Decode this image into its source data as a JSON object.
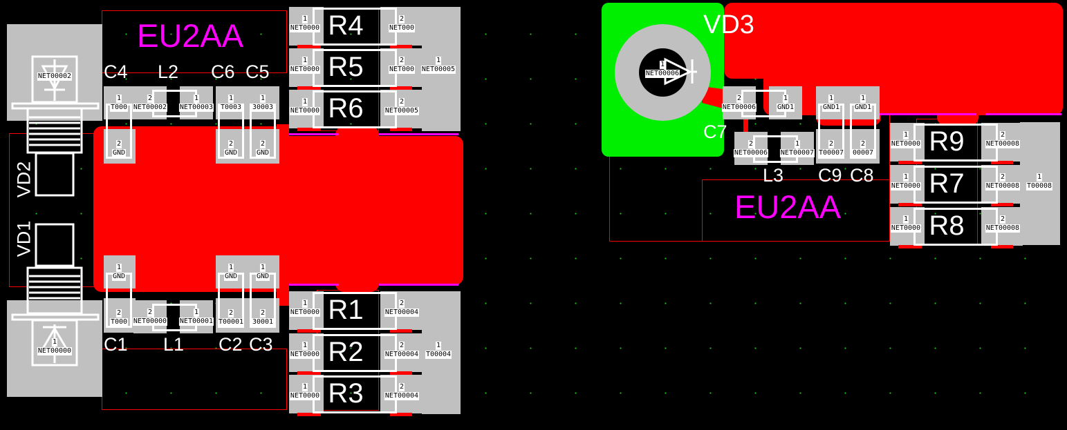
{
  "colors": {
    "copper": "#ff0000",
    "pad": "#c0c0c0",
    "silk": "#ffffff",
    "title": "#ff00ff",
    "green_pad": "#00ee00",
    "grid": "#19c819"
  },
  "left_board": {
    "title": "EU2AA",
    "components": {
      "VD2": {
        "ref": "VD2",
        "pads": [
          {
            "num": "",
            "net": "NET00002"
          }
        ]
      },
      "VD1": {
        "ref": "VD1",
        "pads": [
          {
            "num": "1",
            "net": "NET00000"
          }
        ]
      },
      "C4": {
        "ref": "C4",
        "pads": [
          {
            "num": "1",
            "net": "T000"
          },
          {
            "num": "2",
            "net": "GND"
          }
        ]
      },
      "L2": {
        "ref": "L2",
        "pads": [
          {
            "num": "2",
            "net": "NET00002"
          },
          {
            "num": "1",
            "net": "NET00003"
          }
        ]
      },
      "C6": {
        "ref": "C6",
        "pads": [
          {
            "num": "1",
            "net": "T0003"
          },
          {
            "num": "2",
            "net": "GND"
          }
        ]
      },
      "C5": {
        "ref": "C5",
        "pads": [
          {
            "num": "1",
            "net": "30003"
          },
          {
            "num": "2",
            "net": "GND"
          }
        ]
      },
      "C1": {
        "ref": "C1",
        "pads": [
          {
            "num": "1",
            "net": "GND"
          },
          {
            "num": "2",
            "net": "T000"
          }
        ]
      },
      "L1": {
        "ref": "L1",
        "pads": [
          {
            "num": "2",
            "net": "NET00000"
          },
          {
            "num": "1",
            "net": "NET00001"
          }
        ]
      },
      "C2": {
        "ref": "C2",
        "pads": [
          {
            "num": "1",
            "net": "GND"
          },
          {
            "num": "2",
            "net": "T00001"
          }
        ]
      },
      "C3": {
        "ref": "C3",
        "pads": [
          {
            "num": "1",
            "net": "GND"
          },
          {
            "num": "2",
            "net": "30001"
          }
        ]
      },
      "R4": {
        "ref": "R4",
        "pads": [
          {
            "num": "1",
            "net": "NET0000"
          },
          {
            "num": "2",
            "net": "NET000"
          }
        ]
      },
      "R5": {
        "ref": "R5",
        "pads": [
          {
            "num": "1",
            "net": "NET0000"
          },
          {
            "num": "2",
            "net": "NET000"
          },
          {
            "num": "1",
            "net": "NET00005"
          }
        ]
      },
      "R6": {
        "ref": "R6",
        "pads": [
          {
            "num": "1",
            "net": "NET0000"
          },
          {
            "num": "2",
            "net": "NET00005"
          }
        ]
      },
      "R1": {
        "ref": "R1",
        "pads": [
          {
            "num": "1",
            "net": "NET0000"
          },
          {
            "num": "2",
            "net": "NET00004"
          }
        ]
      },
      "R2": {
        "ref": "R2",
        "pads": [
          {
            "num": "1",
            "net": "NET0000"
          },
          {
            "num": "2",
            "net": "NET00004"
          },
          {
            "num": "1",
            "net": "T00004"
          }
        ]
      },
      "R3": {
        "ref": "R3",
        "pads": [
          {
            "num": "1",
            "net": "NET0000"
          },
          {
            "num": "2",
            "net": "NET00004"
          }
        ]
      }
    }
  },
  "right_board": {
    "title": "EU2AA",
    "components": {
      "VD3": {
        "ref": "VD3",
        "pads": [
          {
            "num": "1",
            "net": "NET00006"
          }
        ]
      },
      "C7": {
        "ref": "C7",
        "pads": [
          {
            "num": "2",
            "net": "NET00006"
          },
          {
            "num": "1",
            "net": "GND1"
          }
        ]
      },
      "L3": {
        "ref": "L3",
        "pads": [
          {
            "num": "2",
            "net": "NET00006"
          },
          {
            "num": "1",
            "net": "NET00007"
          }
        ]
      },
      "C9": {
        "ref": "C9",
        "pads": [
          {
            "num": "1",
            "net": "GND1"
          },
          {
            "num": "2",
            "net": "T00007"
          }
        ]
      },
      "C8": {
        "ref": "C8",
        "pads": [
          {
            "num": "1",
            "net": "GND1"
          },
          {
            "num": "2",
            "net": "00007"
          }
        ]
      },
      "R9": {
        "ref": "R9",
        "pads": [
          {
            "num": "1",
            "net": "NET0000"
          },
          {
            "num": "2",
            "net": "NET00008"
          }
        ]
      },
      "R7": {
        "ref": "R7",
        "pads": [
          {
            "num": "1",
            "net": "NET0000"
          },
          {
            "num": "2",
            "net": "NET00008"
          },
          {
            "num": "1",
            "net": "T00008"
          }
        ]
      },
      "R8": {
        "ref": "R8",
        "pads": [
          {
            "num": "1",
            "net": "NET0000"
          },
          {
            "num": "2",
            "net": "NET00008"
          }
        ]
      }
    }
  }
}
